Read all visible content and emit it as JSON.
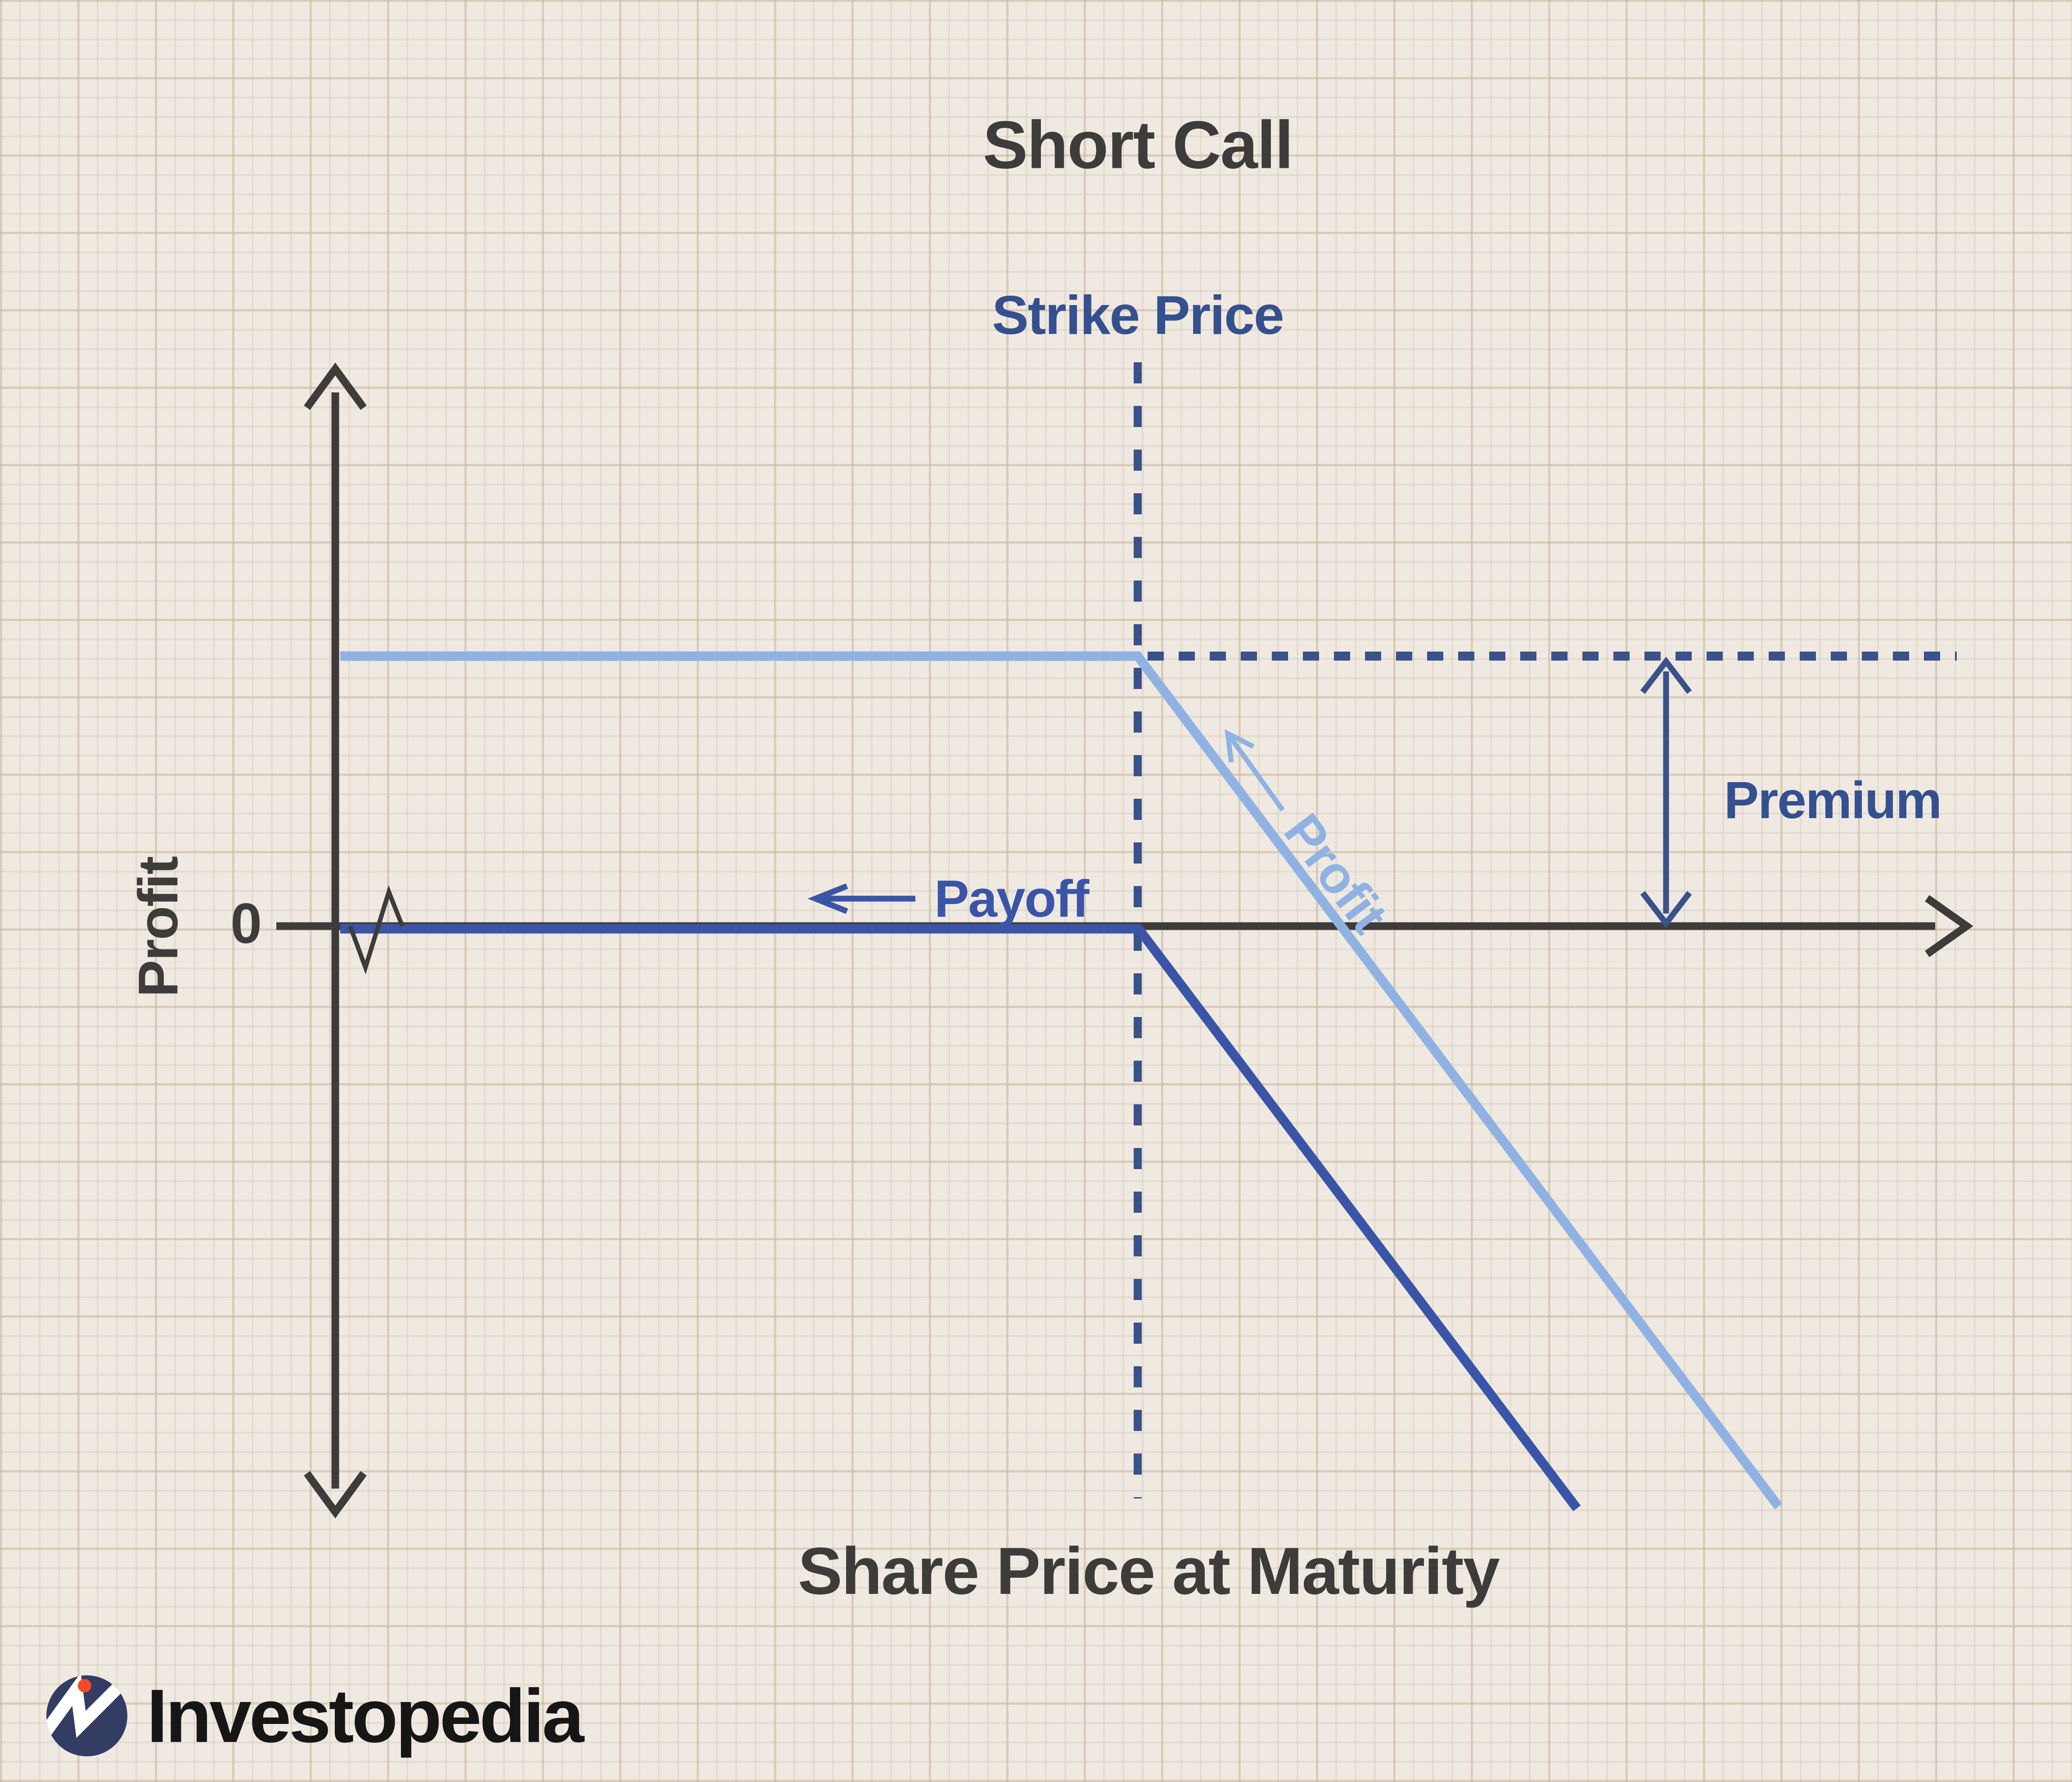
{
  "labels": {
    "title": "Short Call",
    "strike_price": "Strike Price",
    "premium": "Premium",
    "profit_line": "Profit",
    "payoff": "Payoff",
    "zero": "0",
    "y_axis": "Profit",
    "x_axis": "Share Price at Maturity"
  },
  "branding": {
    "wordmark": "Investopedia"
  },
  "colors": {
    "background": "#EFE9E1",
    "grid_line": "#D9CDB9",
    "axis_charcoal": "#3E3C3A",
    "navy_dashed": "#3A528A",
    "payoff_blue": "#3A55A8",
    "profit_light_blue": "#90B2E2",
    "logo_navy": "#333C63",
    "logo_orange": "#F4492B",
    "wordmark_black": "#161616"
  },
  "chart_data": {
    "type": "line",
    "title": "Short Call",
    "xlabel": "Share Price at Maturity",
    "ylabel": "Profit",
    "y_tick_labels": [
      "0"
    ],
    "grid": true,
    "legend_position": "none",
    "x_units": "fraction of visible x-axis length (0 = y-axis, 1 = axis arrow tip)",
    "y_units": "multiples of the option premium (0 = x-axis level)",
    "strike_x": 0.493,
    "premium_y": 1.0,
    "series": [
      {
        "name": "Payoff",
        "color": "#3A55A8",
        "style": "solid",
        "x": [
          0.003,
          0.493,
          0.763
        ],
        "y": [
          0.0,
          0.0,
          -2.14
        ],
        "description": "Flat at 0 up to the strike price, then falls one-for-one as share price rises"
      },
      {
        "name": "Profit",
        "color": "#90B2E2",
        "style": "solid",
        "x": [
          0.003,
          0.493,
          0.887
        ],
        "y": [
          1.0,
          1.0,
          -2.14
        ],
        "description": "Flat at +premium up to the strike price, then falls parallel to payoff"
      }
    ],
    "annotations": [
      {
        "text": "Strike Price",
        "type": "dashed-vertical-line",
        "x": 0.493
      },
      {
        "text": "Premium",
        "type": "double-headed-measure-arrow",
        "x": 0.818,
        "from_y": 1.0,
        "to_y": 0.0
      },
      {
        "text": "Payoff",
        "type": "callout-arrow-left",
        "points_to_series": "Payoff"
      },
      {
        "text": "Profit",
        "type": "callout-arrow-up-left",
        "points_to_series": "Profit",
        "rotation_deg": 53
      },
      {
        "type": "dashed-horizontal-line",
        "y": 1.0,
        "from_x": 0.493,
        "to_x": 0.995
      }
    ]
  }
}
